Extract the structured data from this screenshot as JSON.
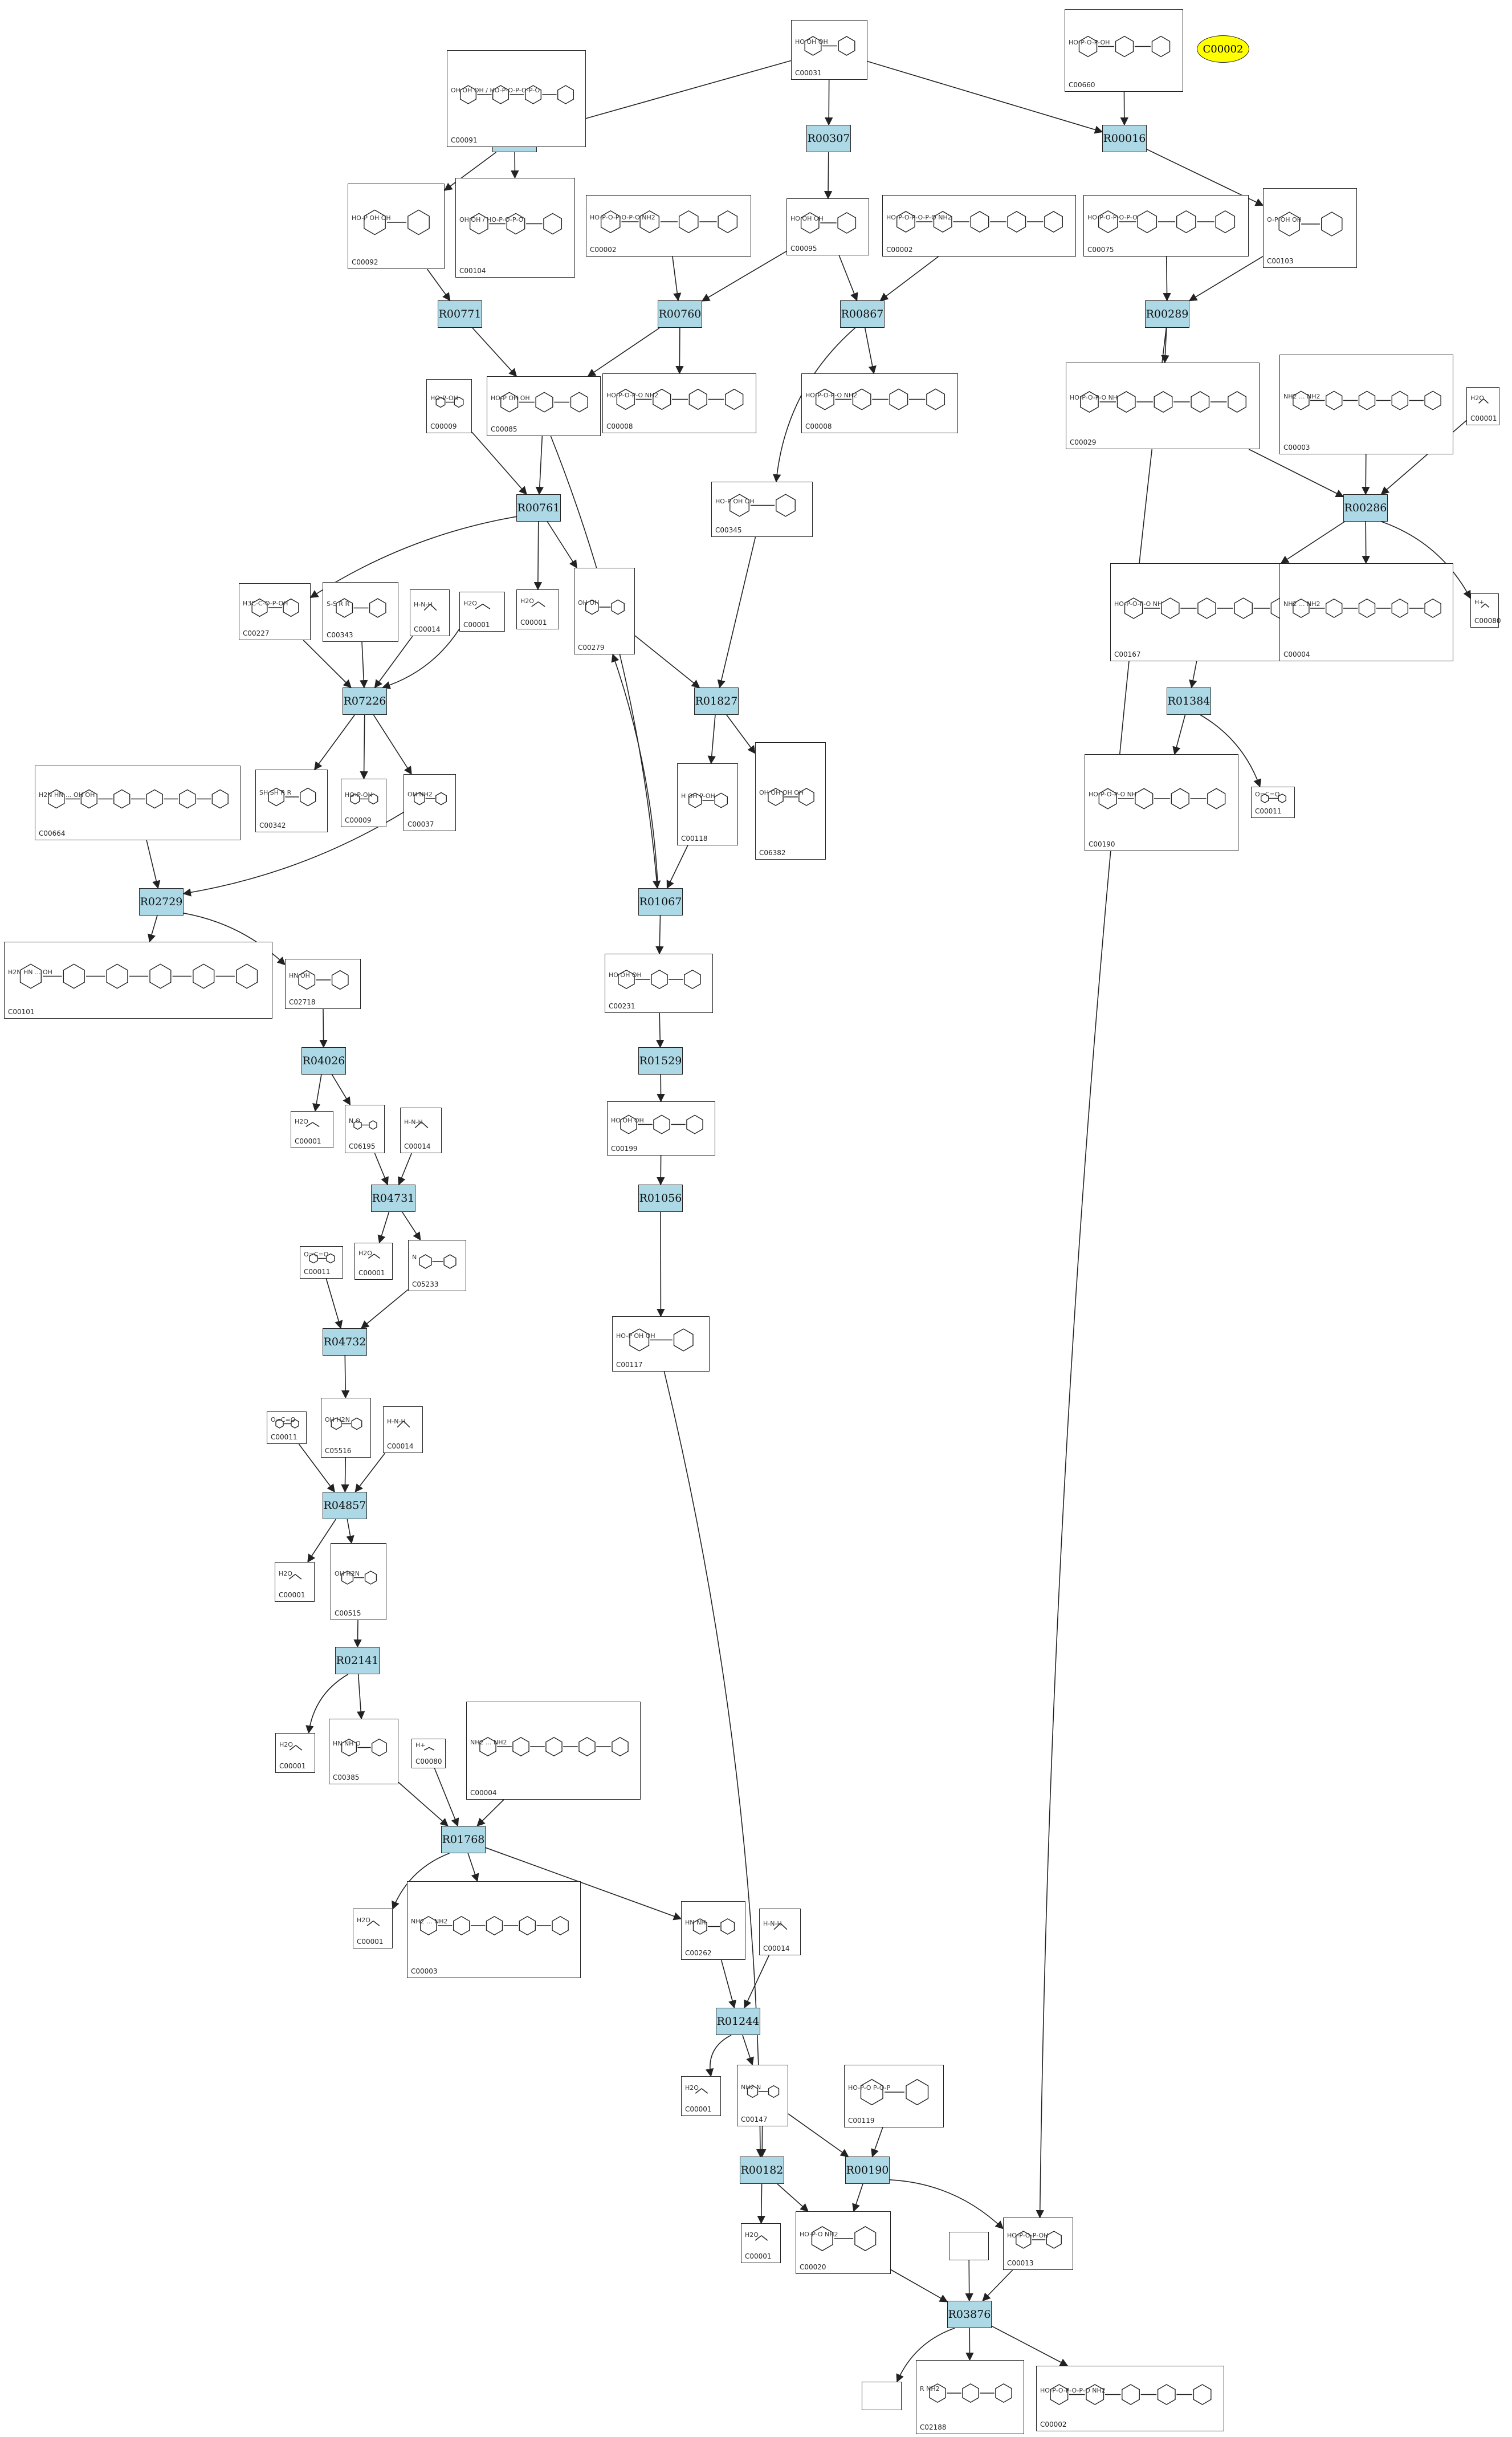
{
  "highlight": {
    "label": "C00002",
    "color": "#ffff00"
  },
  "colors": {
    "reaction_fill": "#add8e6",
    "edge": "#222222"
  },
  "reactions": [
    {
      "id": "R00725",
      "label": "R00725"
    },
    {
      "id": "R00307",
      "label": "R00307"
    },
    {
      "id": "R00016",
      "label": "R00016"
    },
    {
      "id": "R00771",
      "label": "R00771"
    },
    {
      "id": "R00760",
      "label": "R00760"
    },
    {
      "id": "R00867",
      "label": "R00867"
    },
    {
      "id": "R00289",
      "label": "R00289"
    },
    {
      "id": "R00761",
      "label": "R00761"
    },
    {
      "id": "R00286",
      "label": "R00286"
    },
    {
      "id": "R07226",
      "label": "R07226"
    },
    {
      "id": "R01827",
      "label": "R01827"
    },
    {
      "id": "R01384",
      "label": "R01384"
    },
    {
      "id": "R02729",
      "label": "R02729"
    },
    {
      "id": "R01067",
      "label": "R01067"
    },
    {
      "id": "R04026",
      "label": "R04026"
    },
    {
      "id": "R01529",
      "label": "R01529"
    },
    {
      "id": "R04731",
      "label": "R04731"
    },
    {
      "id": "R01056",
      "label": "R01056"
    },
    {
      "id": "R04732",
      "label": "R04732"
    },
    {
      "id": "R04857",
      "label": "R04857"
    },
    {
      "id": "R02141",
      "label": "R02141"
    },
    {
      "id": "R01768",
      "label": "R01768"
    },
    {
      "id": "R01244",
      "label": "R01244"
    },
    {
      "id": "R00182",
      "label": "R00182"
    },
    {
      "id": "R00190",
      "label": "R00190"
    },
    {
      "id": "R03876",
      "label": "R03876"
    }
  ],
  "compounds": [
    {
      "id": "n_C00091",
      "label": "C00091",
      "text": "OH OH OH / HO-P-O-P-O-P-O",
      "icon": "molecule-icon"
    },
    {
      "id": "n_C00031",
      "label": "C00031",
      "text": "HO OH OH",
      "icon": "molecule-icon"
    },
    {
      "id": "n_C00660",
      "label": "C00660",
      "text": "HO-P-O-P-OH",
      "icon": "molecule-icon"
    },
    {
      "id": "n_C00092",
      "label": "C00092",
      "text": "HO-P OH OH",
      "icon": "molecule-icon"
    },
    {
      "id": "n_C00104",
      "label": "C00104",
      "text": "OH OH / HO-P-O-P-O",
      "icon": "molecule-icon"
    },
    {
      "id": "n_C00002a",
      "label": "C00002",
      "text": "HO-P-O-P-O-P-O  NH2",
      "icon": "molecule-icon"
    },
    {
      "id": "n_C00095",
      "label": "C00095",
      "text": "HO OH OH",
      "icon": "molecule-icon"
    },
    {
      "id": "n_C00002b",
      "label": "C00002",
      "text": "HO-P-O-P-O-P-O  NH2",
      "icon": "molecule-icon"
    },
    {
      "id": "n_C00075",
      "label": "C00075",
      "text": "HO-P-O-P-O-P-O",
      "icon": "molecule-icon"
    },
    {
      "id": "n_C00103",
      "label": "C00103",
      "text": "O-P-OH OH",
      "icon": "molecule-icon"
    },
    {
      "id": "n_C00009a",
      "label": "C00009",
      "text": "HO-P-OH",
      "icon": "molecule-icon"
    },
    {
      "id": "n_C00085",
      "label": "C00085",
      "text": "HO-P OH OH",
      "icon": "molecule-icon"
    },
    {
      "id": "n_C00008a",
      "label": "C00008",
      "text": "HO-P-O-P-O  NH2",
      "icon": "molecule-icon"
    },
    {
      "id": "n_C00008b",
      "label": "C00008",
      "text": "HO-P-O-P-O  NH2",
      "icon": "molecule-icon"
    },
    {
      "id": "n_C00029",
      "label": "C00029",
      "text": "HO-P-O-P-O  NH",
      "icon": "molecule-icon"
    },
    {
      "id": "n_C00003a",
      "label": "C00003",
      "text": "NH2 ... NH2",
      "icon": "molecule-icon"
    },
    {
      "id": "n_C00001a",
      "label": "C00001",
      "text": "H2O",
      "icon": "water-icon"
    },
    {
      "id": "n_C00345",
      "label": "C00345",
      "text": "HO-P OH OH",
      "icon": "molecule-icon"
    },
    {
      "id": "n_C00227",
      "label": "C00227",
      "text": "H3C-C-O-P-OH",
      "icon": "molecule-icon"
    },
    {
      "id": "n_C00343",
      "label": "C00343",
      "text": "S-S R R",
      "icon": "molecule-icon"
    },
    {
      "id": "n_C00014a",
      "label": "C00014",
      "text": "H-N-H",
      "icon": "ammonia-icon"
    },
    {
      "id": "n_C00001b",
      "label": "C00001",
      "text": "H2O",
      "icon": "water-icon"
    },
    {
      "id": "n_C00001c",
      "label": "C00001",
      "text": "H2O",
      "icon": "water-icon"
    },
    {
      "id": "n_C00279",
      "label": "C00279",
      "text": "OH OH",
      "icon": "molecule-icon"
    },
    {
      "id": "n_C00167",
      "label": "C00167",
      "text": "HO-P-O-P-O  NH",
      "icon": "molecule-icon"
    },
    {
      "id": "n_C00004a",
      "label": "C00004",
      "text": "NH2 ... NH2",
      "icon": "molecule-icon"
    },
    {
      "id": "n_C00080a",
      "label": "C00080",
      "text": "H+",
      "icon": "proton-icon"
    },
    {
      "id": "n_C00664",
      "label": "C00664",
      "text": "H2N HN ... OH OH",
      "icon": "molecule-icon"
    },
    {
      "id": "n_C00342",
      "label": "C00342",
      "text": "SH SH R R",
      "icon": "molecule-icon"
    },
    {
      "id": "n_C00009b",
      "label": "C00009",
      "text": "HO-P-OH",
      "icon": "molecule-icon"
    },
    {
      "id": "n_C00037",
      "label": "C00037",
      "text": "OH NH2",
      "icon": "molecule-icon"
    },
    {
      "id": "n_C00118",
      "label": "C00118",
      "text": "H OH P-OH",
      "icon": "molecule-icon"
    },
    {
      "id": "n_C06382",
      "label": "C06382",
      "text": "OH OH OH OH",
      "icon": "molecule-icon"
    },
    {
      "id": "n_C00190",
      "label": "C00190",
      "text": "HO-P-O-P-O  NH",
      "icon": "molecule-icon"
    },
    {
      "id": "n_C00011a",
      "label": "C00011",
      "text": "O=C=O",
      "icon": "molecule-icon"
    },
    {
      "id": "n_C00101",
      "label": "C00101",
      "text": "H2N HN ... OH",
      "icon": "molecule-icon"
    },
    {
      "id": "n_C02718",
      "label": "C02718",
      "text": "HN OH",
      "icon": "molecule-icon"
    },
    {
      "id": "n_C00231",
      "label": "C00231",
      "text": "HO OH OH",
      "icon": "molecule-icon"
    },
    {
      "id": "n_C00001d",
      "label": "C00001",
      "text": "H2O",
      "icon": "water-icon"
    },
    {
      "id": "n_C06195",
      "label": "C06195",
      "text": "N O",
      "icon": "molecule-icon"
    },
    {
      "id": "n_C00014b",
      "label": "C00014",
      "text": "H-N-H",
      "icon": "ammonia-icon"
    },
    {
      "id": "n_C00199",
      "label": "C00199",
      "text": "HO OH OH",
      "icon": "molecule-icon"
    },
    {
      "id": "n_C00011b",
      "label": "C00011",
      "text": "O=C=O",
      "icon": "molecule-icon"
    },
    {
      "id": "n_C00001e",
      "label": "C00001",
      "text": "H2O",
      "icon": "water-icon"
    },
    {
      "id": "n_C05233",
      "label": "C05233",
      "text": "N",
      "icon": "molecule-icon"
    },
    {
      "id": "n_C00117",
      "label": "C00117",
      "text": "HO-P OH OH",
      "icon": "molecule-icon"
    },
    {
      "id": "n_C00011c",
      "label": "C00011",
      "text": "O=C=O",
      "icon": "molecule-icon"
    },
    {
      "id": "n_C05516",
      "label": "C05516",
      "text": "OH H2N",
      "icon": "molecule-icon"
    },
    {
      "id": "n_C00014c",
      "label": "C00014",
      "text": "H-N-H",
      "icon": "ammonia-icon"
    },
    {
      "id": "n_C00001f",
      "label": "C00001",
      "text": "H2O",
      "icon": "water-icon"
    },
    {
      "id": "n_C00515",
      "label": "C00515",
      "text": "OH H2N",
      "icon": "molecule-icon"
    },
    {
      "id": "n_C00001g",
      "label": "C00001",
      "text": "H2O",
      "icon": "water-icon"
    },
    {
      "id": "n_C00385",
      "label": "C00385",
      "text": "HN NH O",
      "icon": "molecule-icon"
    },
    {
      "id": "n_C00080b",
      "label": "C00080",
      "text": "H+",
      "icon": "proton-icon"
    },
    {
      "id": "n_C00004b",
      "label": "C00004",
      "text": "NH2 ... NH2",
      "icon": "molecule-icon"
    },
    {
      "id": "n_C00001h",
      "label": "C00001",
      "text": "H2O",
      "icon": "water-icon"
    },
    {
      "id": "n_C00003b",
      "label": "C00003",
      "text": "NH2 ... NH2",
      "icon": "molecule-icon"
    },
    {
      "id": "n_C00262",
      "label": "C00262",
      "text": "HN NH",
      "icon": "molecule-icon"
    },
    {
      "id": "n_C00014d",
      "label": "C00014",
      "text": "H-N-H",
      "icon": "ammonia-icon"
    },
    {
      "id": "n_C00001i",
      "label": "C00001",
      "text": "H2O",
      "icon": "water-icon"
    },
    {
      "id": "n_C00147",
      "label": "C00147",
      "text": "NH2 N",
      "icon": "molecule-icon"
    },
    {
      "id": "n_C00119",
      "label": "C00119",
      "text": "HO-P-O  P-O-P",
      "icon": "molecule-icon"
    },
    {
      "id": "n_C00001j",
      "label": "C00001",
      "text": "H2O",
      "icon": "water-icon"
    },
    {
      "id": "n_C00020",
      "label": "C00020",
      "text": "HO-P-O  NH2",
      "icon": "molecule-icon"
    },
    {
      "id": "n_C00013",
      "label": "C00013",
      "text": "HO-P-O-P-OH",
      "icon": "molecule-icon"
    },
    {
      "id": "n_blank1",
      "label": "",
      "text": "",
      "icon": "empty-box"
    },
    {
      "id": "n_blank2",
      "label": "",
      "text": "",
      "icon": "empty-box"
    },
    {
      "id": "n_C02188",
      "label": "C02188",
      "text": "R NH2",
      "icon": "molecule-icon"
    },
    {
      "id": "n_C00002c",
      "label": "C00002",
      "text": "HO-P-O-P-O-P-O  NH2",
      "icon": "molecule-icon"
    }
  ]
}
